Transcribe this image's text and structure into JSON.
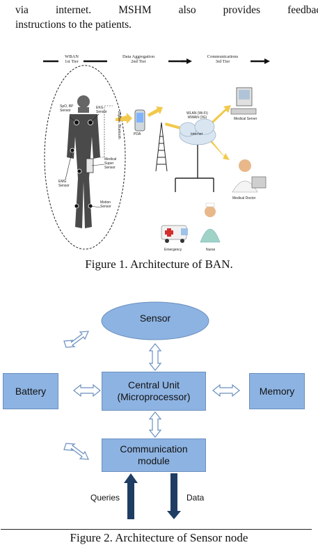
{
  "paragraph": {
    "line1_words": [
      "via",
      "internet.",
      "MSHM",
      "also",
      "provides",
      "feedback"
    ],
    "line2": "instructions to the patients."
  },
  "figure1": {
    "tiers": [
      {
        "line1": "WBAN",
        "line2": "1st Tier"
      },
      {
        "line1": "Data Aggregation",
        "line2": "2nd Tier"
      },
      {
        "line1": "Communications",
        "line2": "3rd Tier"
      }
    ],
    "labels": {
      "spo2": "SpO, BP",
      "spo2_2": "Sensor",
      "ekg": "EKG",
      "ekg_2": "Sensor",
      "emg": "EMG",
      "emg_2": "Sensor",
      "medical_super": "Medical",
      "medical_super_2": "Super",
      "medical_super_3": "Sensor",
      "motion": "Motion",
      "motion_2": "Sensor",
      "zigbee": "ZigBee, Bluetooth",
      "pda": "PDA",
      "wlan": "WLAN (Wi-Fi)",
      "wwan": "WWAN (3G)",
      "internet": "Internet",
      "medical_server": "Medical Server",
      "medical_doctor": "Medical Doctor",
      "emergency": "Emergency",
      "nurse": "Nurse"
    },
    "caption": "Figure 1. Architecture of BAN."
  },
  "figure2": {
    "sensor": "Sensor",
    "central_unit_line1": "Central Unit",
    "central_unit_line2": "(Microprocessor)",
    "battery": "Battery",
    "memory": "Memory",
    "comm_line1": "Communication",
    "comm_line2": "module",
    "queries": "Queries",
    "data": "Data",
    "colors": {
      "box_fill": "#8db3e2",
      "arrow": "#1f3d63"
    }
  },
  "figure2_caption": "Figure 2. Architecture of Sensor node"
}
